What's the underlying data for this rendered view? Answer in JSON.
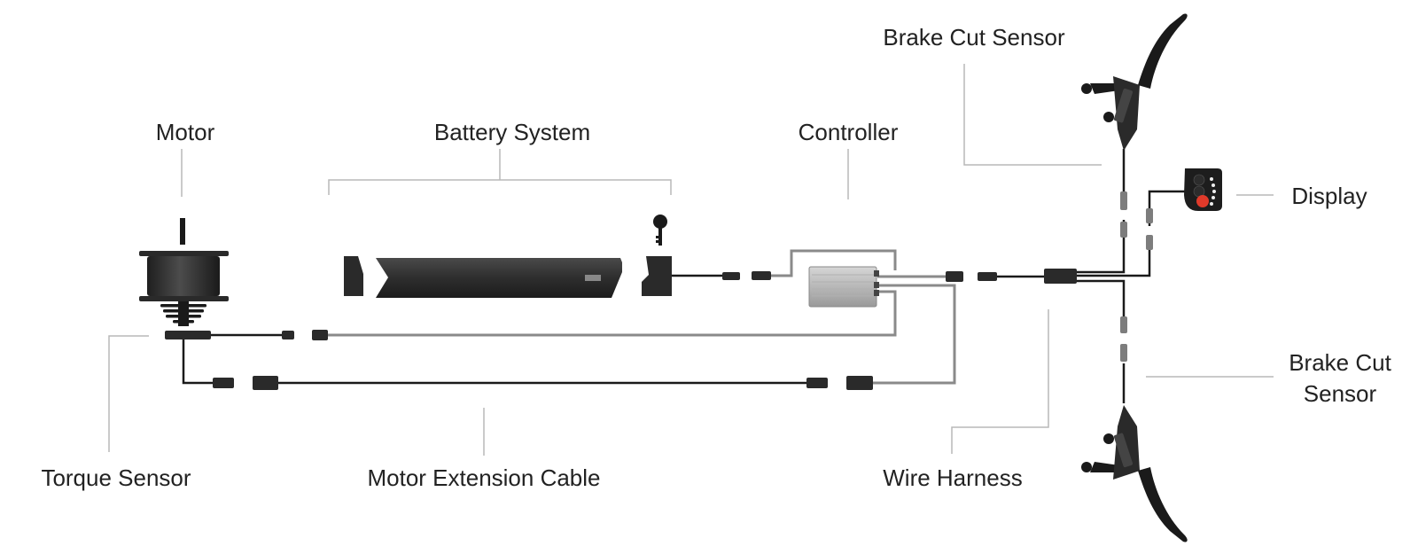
{
  "labels": {
    "motor": "Motor",
    "battery_system": "Battery System",
    "controller": "Controller",
    "brake_cut_sensor_top": "Brake Cut Sensor",
    "display": "Display",
    "brake_cut_sensor_bottom_line1": "Brake Cut",
    "brake_cut_sensor_bottom_line2": "Sensor",
    "torque_sensor": "Torque Sensor",
    "motor_extension_cable": "Motor Extension Cable",
    "wire_harness": "Wire Harness"
  },
  "colors": {
    "cable_dark": "#1a1a1a",
    "cable_grey": "#8a8a8a",
    "leader_line": "#b8b8b8",
    "display_button_red": "#e03a2a"
  },
  "icons": {
    "key": "key-icon",
    "motor": "hub-motor",
    "display": "lcd-display",
    "brake_lever": "brake-lever"
  }
}
